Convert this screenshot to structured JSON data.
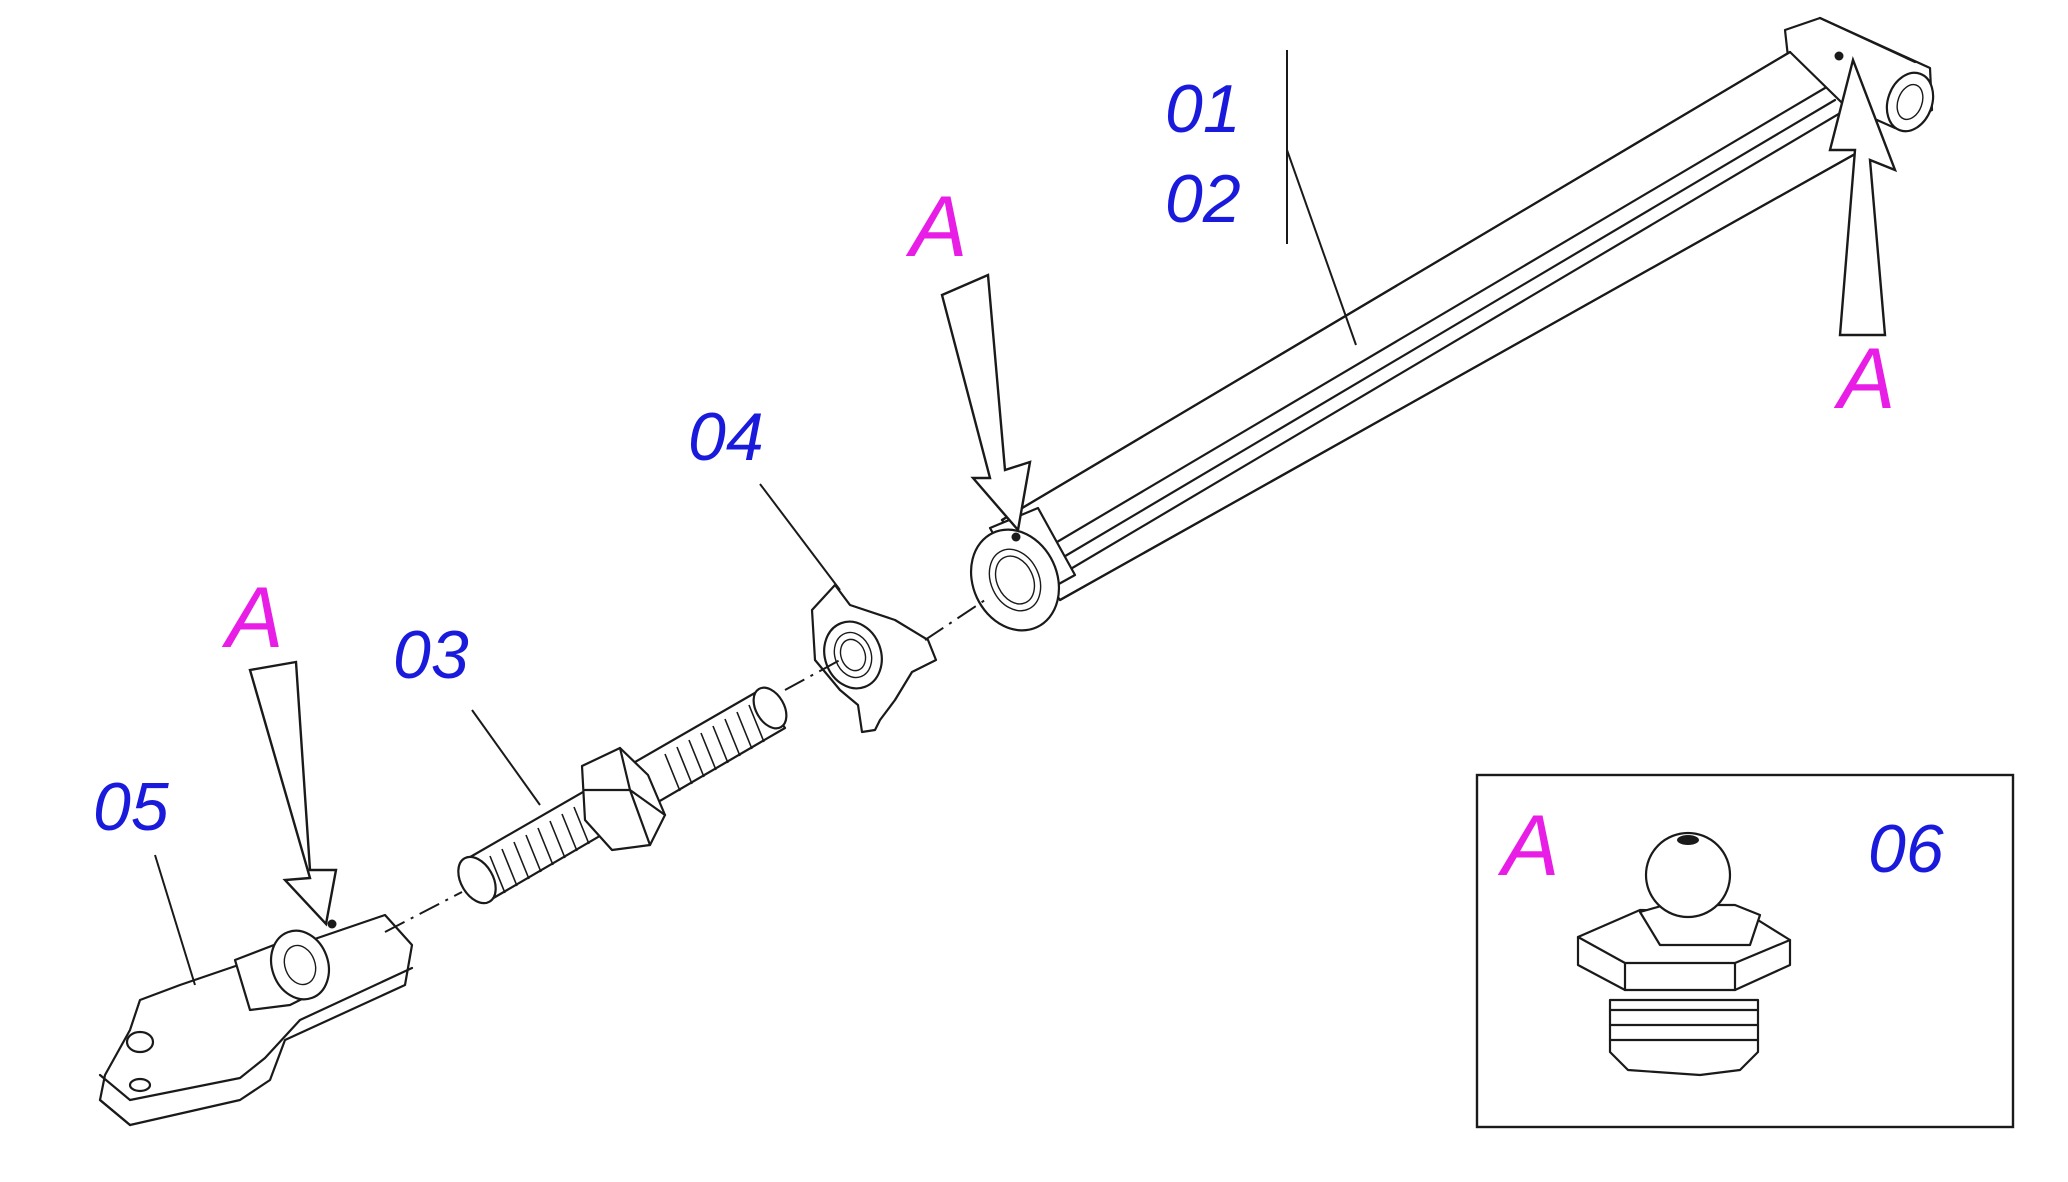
{
  "colors": {
    "part_number": "#1a1adc",
    "detail_letter": "#e81ee6",
    "line": "#1a1a1a",
    "background": "#ffffff"
  },
  "labels": {
    "part_01": "01",
    "part_02": "02",
    "part_03": "03",
    "part_04": "04",
    "part_05": "05",
    "part_06": "06",
    "detail_tube_end": "A",
    "detail_tube_top": "A",
    "detail_clevis": "A",
    "detail_inset": "A"
  }
}
